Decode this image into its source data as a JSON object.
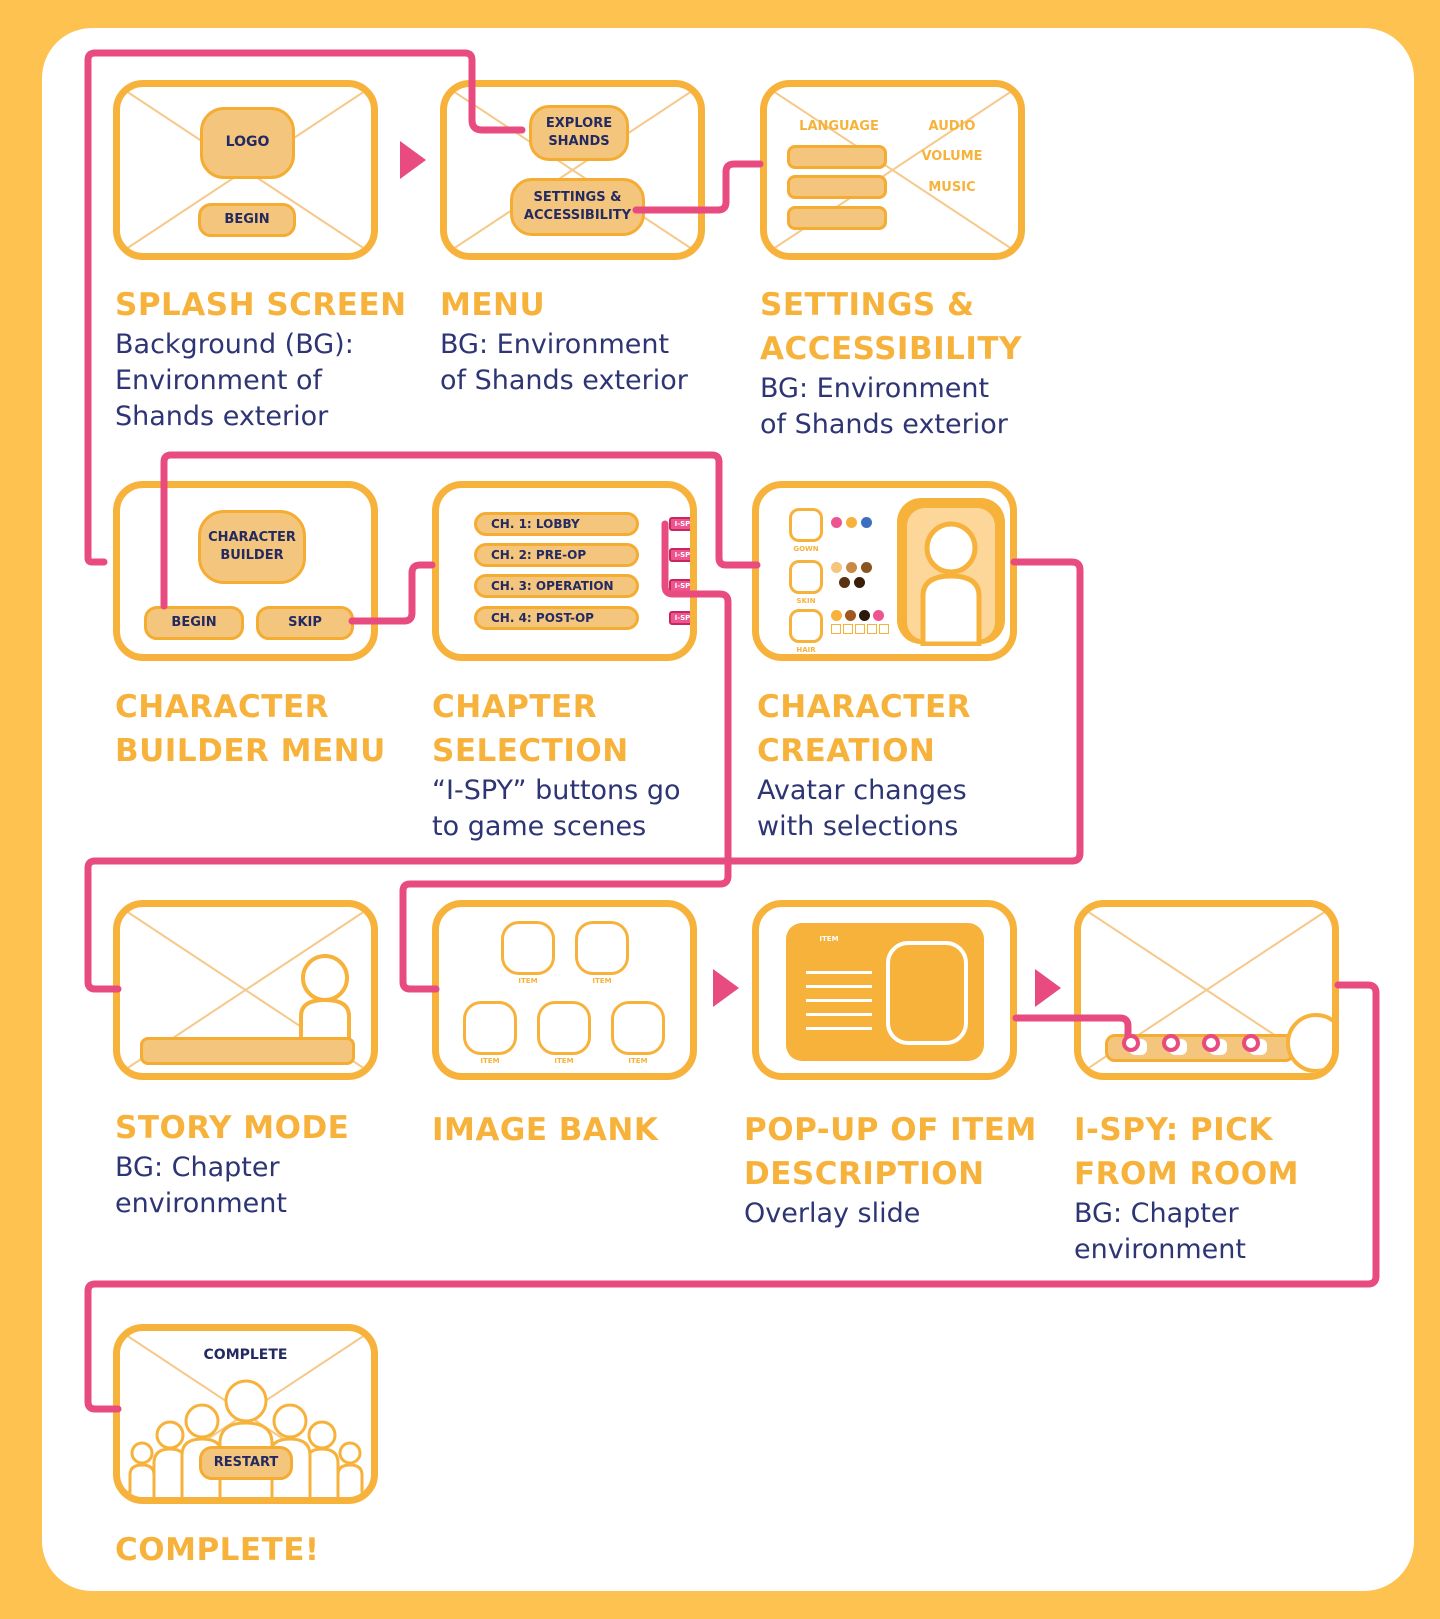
{
  "colors": {
    "background": "#fdc24f",
    "frame": "#f7b23b",
    "pill": "#f4c57c",
    "connector": "#e84b7f",
    "text": "#232a62"
  },
  "screens": {
    "splash": {
      "title": "SPLASH SCREEN",
      "desc": "Background (BG):\nEnvironment of\nShands exterior",
      "logo": "LOGO",
      "begin": "BEGIN"
    },
    "menu": {
      "title": "MENU",
      "desc": "BG: Environment\nof Shands exterior",
      "explore": "EXPLORE\nSHANDS",
      "settings": "SETTINGS &\nACCESSIBILITY"
    },
    "settings": {
      "title": "SETTINGS &\nACCESSIBILITY",
      "desc": "BG: Environment\nof Shands exterior",
      "language": "LANGUAGE",
      "audio": "AUDIO",
      "volume": "VOLUME",
      "music": "MUSIC"
    },
    "char_builder": {
      "title": "CHARACTER\nBUILDER MENU",
      "heading": "CHARACTER\nBUILDER",
      "begin": "BEGIN",
      "skip": "SKIP"
    },
    "chapter": {
      "title": "CHAPTER\nSELECTION",
      "desc": "“I-SPY” buttons go\nto game scenes",
      "ispy": "I-SPY",
      "chapters": [
        "CH. 1: LOBBY",
        "CH. 2: PRE-OP",
        "CH. 3: OPERATION",
        "CH. 4: POST-OP"
      ]
    },
    "char_creation": {
      "title": "CHARACTER\nCREATION",
      "desc": "Avatar changes\nwith selections",
      "labels": [
        "GOWN",
        "SKIN",
        "HAIR"
      ]
    },
    "story": {
      "title": "STORY MODE",
      "desc": "BG: Chapter\nenvironment"
    },
    "image_bank": {
      "title": "IMAGE BANK",
      "item": "ITEM"
    },
    "popup": {
      "title": "POP-UP OF ITEM\nDESCRIPTION",
      "desc": "Overlay slide",
      "item": "ITEM"
    },
    "ispy_room": {
      "title": "I-SPY: PICK\nFROM ROOM",
      "desc": "BG: Chapter\nenvironment"
    },
    "complete": {
      "title": "COMPLETE!",
      "heading": "COMPLETE",
      "restart": "RESTART"
    }
  }
}
